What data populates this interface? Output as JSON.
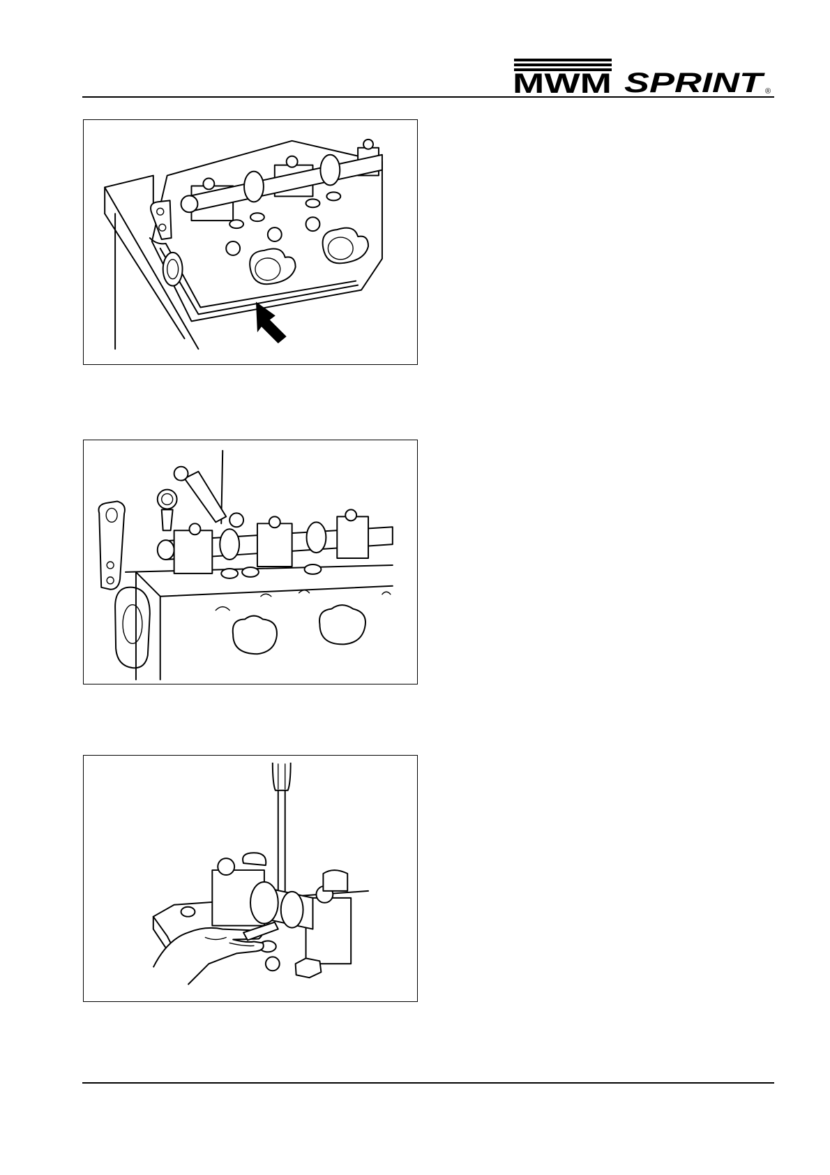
{
  "header": {
    "logo": {
      "brand": "MWM",
      "product": "SPRINT",
      "registered_mark": "®"
    }
  },
  "figures": [
    {
      "id": "fig1",
      "arrow": true
    },
    {
      "id": "fig2",
      "arrow": false
    },
    {
      "id": "fig3",
      "arrow": false
    }
  ]
}
